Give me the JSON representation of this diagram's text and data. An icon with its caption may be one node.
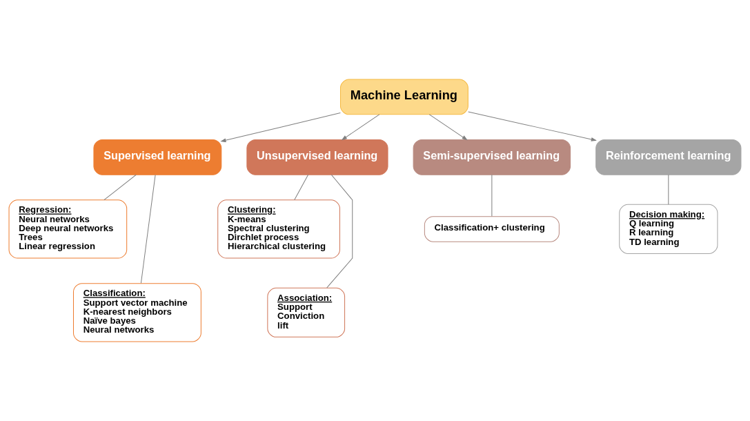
{
  "diagram": {
    "nodes": [
      {
        "text": [
          "Machine Learning"
        ]
      },
      {
        "text": [
          "Supervised learning"
        ]
      },
      {
        "text": [
          "Unsupervised learning"
        ]
      },
      {
        "text": [
          "Semi-supervised learning"
        ]
      },
      {
        "text": [
          "Reinforcement learning"
        ]
      },
      {
        "text": [
          "Regression:",
          "Neural networks",
          "Deep neural networks",
          "Trees",
          "Linear regression"
        ]
      },
      {
        "text": [
          "Classification:",
          "Support vector machine",
          "K-nearest neighbors",
          "Naïve bayes",
          "Neural networks"
        ]
      },
      {
        "text": [
          "Clustering:",
          "K-means",
          "Spectral clustering",
          "Dirchlet process",
          "Hierarchical clustering"
        ]
      },
      {
        "text": [
          "Association:",
          "Support",
          "Conviction",
          "lift"
        ]
      },
      {
        "text": [
          "Classification+ clustering"
        ]
      },
      {
        "text": [
          "Decision making:",
          "Q learning",
          "R learning",
          "TD learning"
        ]
      }
    ],
    "edges": [
      {
        "from": 0,
        "to": 1,
        "arrow": "to"
      },
      {
        "from": 0,
        "to": 2,
        "arrow": "to"
      },
      {
        "from": 0,
        "to": 3,
        "arrow": "to"
      },
      {
        "from": 0,
        "to": 4,
        "arrow": "to"
      },
      {
        "from": 1,
        "to": 5,
        "arrow": "none"
      },
      {
        "from": 1,
        "to": 6,
        "arrow": "none"
      },
      {
        "from": 2,
        "to": 7,
        "arrow": "none"
      },
      {
        "from": 2,
        "to": 8,
        "arrow": "none"
      },
      {
        "from": 3,
        "to": 9,
        "arrow": "none"
      },
      {
        "from": 4,
        "to": 10,
        "arrow": "none"
      }
    ]
  }
}
